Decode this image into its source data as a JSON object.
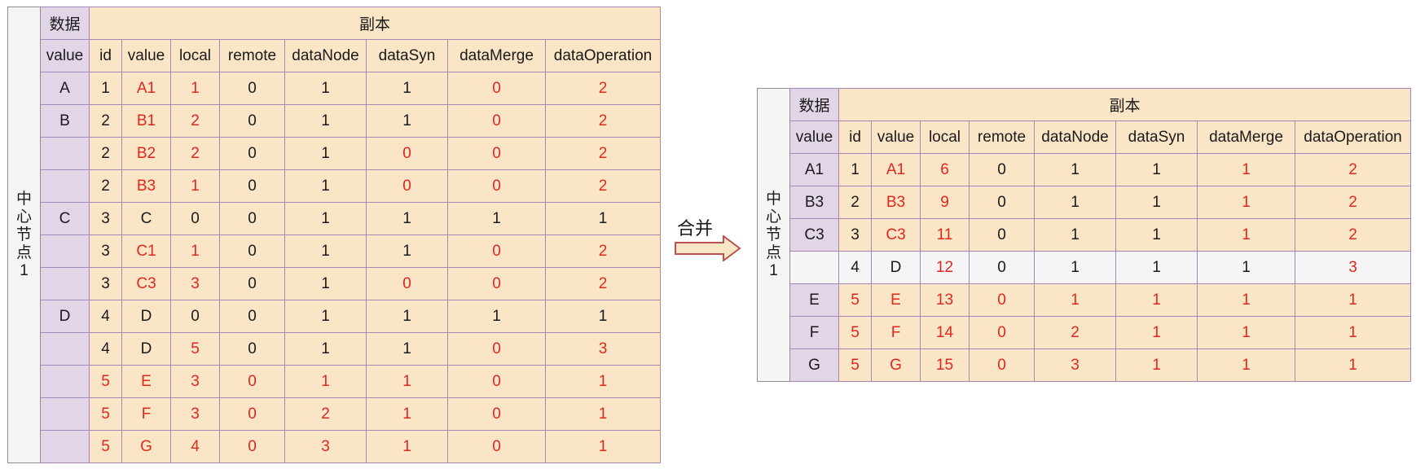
{
  "before": {
    "side_label": [
      "中",
      "心",
      "节",
      "点",
      "1"
    ],
    "data_header": "数据",
    "replica_header": "副本",
    "value_header": "value",
    "columns": [
      "id",
      "value",
      "local",
      "remote",
      "dataNode",
      "dataSyn",
      "dataMerge",
      "dataOperation"
    ],
    "rows": [
      {
        "data_value": "A",
        "cells": [
          "1",
          "A1",
          "1",
          "0",
          "1",
          "1",
          "0",
          "2"
        ]
      },
      {
        "data_value": "B",
        "cells": [
          "2",
          "B1",
          "2",
          "0",
          "1",
          "1",
          "0",
          "2"
        ]
      },
      {
        "data_value": "",
        "cells": [
          "2",
          "B2",
          "2",
          "0",
          "1",
          "0",
          "0",
          "2"
        ]
      },
      {
        "data_value": "",
        "cells": [
          "2",
          "B3",
          "1",
          "0",
          "1",
          "0",
          "0",
          "2"
        ]
      },
      {
        "data_value": "C",
        "cells": [
          "3",
          "C",
          "0",
          "0",
          "1",
          "1",
          "1",
          "1"
        ]
      },
      {
        "data_value": "",
        "cells": [
          "3",
          "C1",
          "1",
          "0",
          "1",
          "1",
          "0",
          "2"
        ]
      },
      {
        "data_value": "",
        "cells": [
          "3",
          "C3",
          "3",
          "0",
          "1",
          "0",
          "0",
          "2"
        ]
      },
      {
        "data_value": "D",
        "cells": [
          "4",
          "D",
          "0",
          "0",
          "1",
          "1",
          "1",
          "1"
        ]
      },
      {
        "data_value": "",
        "cells": [
          "4",
          "D",
          "5",
          "0",
          "1",
          "1",
          "0",
          "3"
        ]
      },
      {
        "data_value": "",
        "cells": [
          "5",
          "E",
          "3",
          "0",
          "1",
          "1",
          "0",
          "1"
        ]
      },
      {
        "data_value": "",
        "cells": [
          "5",
          "F",
          "3",
          "0",
          "2",
          "1",
          "0",
          "1"
        ]
      },
      {
        "data_value": "",
        "cells": [
          "5",
          "G",
          "4",
          "0",
          "3",
          "1",
          "0",
          "1"
        ]
      }
    ]
  },
  "arrow_label": "合并",
  "after": {
    "side_label": [
      "中",
      "心",
      "节",
      "点",
      "1"
    ],
    "data_header": "数据",
    "replica_header": "副本",
    "value_header": "value",
    "columns": [
      "id",
      "value",
      "local",
      "remote",
      "dataNode",
      "dataSyn",
      "dataMerge",
      "dataOperation"
    ],
    "rows": [
      {
        "data_value": "A1",
        "cells": [
          "1",
          "A1",
          "6",
          "0",
          "1",
          "1",
          "1",
          "2"
        ]
      },
      {
        "data_value": "B3",
        "cells": [
          "2",
          "B3",
          "9",
          "0",
          "1",
          "1",
          "1",
          "2"
        ]
      },
      {
        "data_value": "C3",
        "cells": [
          "3",
          "C3",
          "11",
          "0",
          "1",
          "1",
          "1",
          "2"
        ]
      },
      {
        "data_value": "",
        "cells": [
          "4",
          "D",
          "12",
          "0",
          "1",
          "1",
          "1",
          "3"
        ]
      },
      {
        "data_value": "E",
        "cells": [
          "5",
          "E",
          "13",
          "0",
          "1",
          "1",
          "1",
          "1"
        ]
      },
      {
        "data_value": "F",
        "cells": [
          "5",
          "F",
          "14",
          "0",
          "2",
          "1",
          "1",
          "1"
        ]
      },
      {
        "data_value": "G",
        "cells": [
          "5",
          "G",
          "15",
          "0",
          "3",
          "1",
          "1",
          "1"
        ]
      }
    ]
  },
  "colors": {
    "header_purple": "#e1d5e7",
    "cell_beige": "#fae5c6",
    "side_gray": "#f5f5f5",
    "highlight_red": "#e0281e",
    "border": "#a487b4",
    "arrow_fill": "#fae5c6",
    "arrow_stroke": "#b85450"
  }
}
